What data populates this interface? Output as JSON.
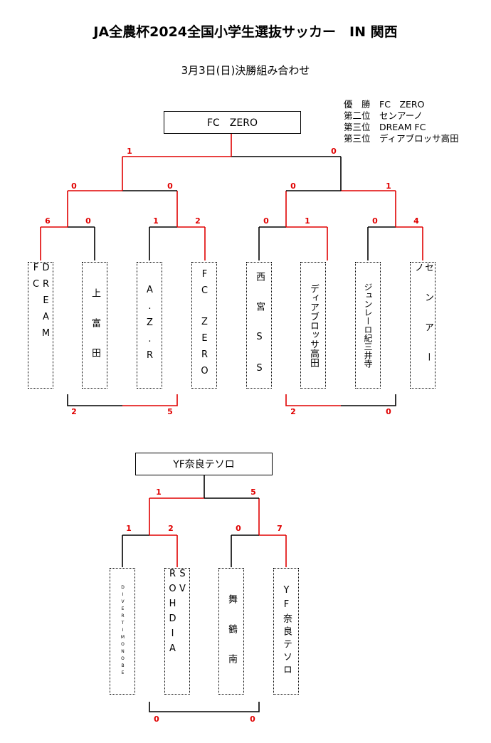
{
  "title": "JA全農杯2024全国小学生選抜サッカー　IN 関西",
  "subtitle": "3月3日(日)決勝組み合わせ",
  "results": [
    {
      "label": "優　勝",
      "team": "FC　ZERO"
    },
    {
      "label": "第二位",
      "team": "センアーノ"
    },
    {
      "label": "第三位",
      "team": "DREAM FC"
    },
    {
      "label": "第三位",
      "team": "ディアブロッサ高田"
    }
  ],
  "bracket1": {
    "champion": "FC　ZERO",
    "teams": [
      "DREAM　FC",
      "上　富　田",
      "A.Z.R",
      "FC　ZERO",
      "西　宮　S　S",
      "ディアブロッサ高田",
      "ジュンレーロ紀三井寺",
      "セ　ン　ア　ー　ノ"
    ],
    "scores": {
      "r1": [
        "6",
        "0",
        "1",
        "2",
        "0",
        "1",
        "0",
        "4"
      ],
      "r2": [
        "0",
        "0",
        "0",
        "1"
      ],
      "final": [
        "1",
        "0"
      ],
      "third": [
        "2",
        "5",
        "2",
        "0"
      ]
    }
  },
  "bracket2": {
    "champion": "YF奈良テソロ",
    "teams": [
      "DIVERTIMONOBE",
      "SV　ROHDIA",
      "舞　鶴　南",
      "YF奈良テソロ"
    ],
    "scores": {
      "r1": [
        "1",
        "2",
        "0",
        "7"
      ],
      "final": [
        "1",
        "5"
      ],
      "third": [
        "0",
        "0"
      ]
    }
  }
}
